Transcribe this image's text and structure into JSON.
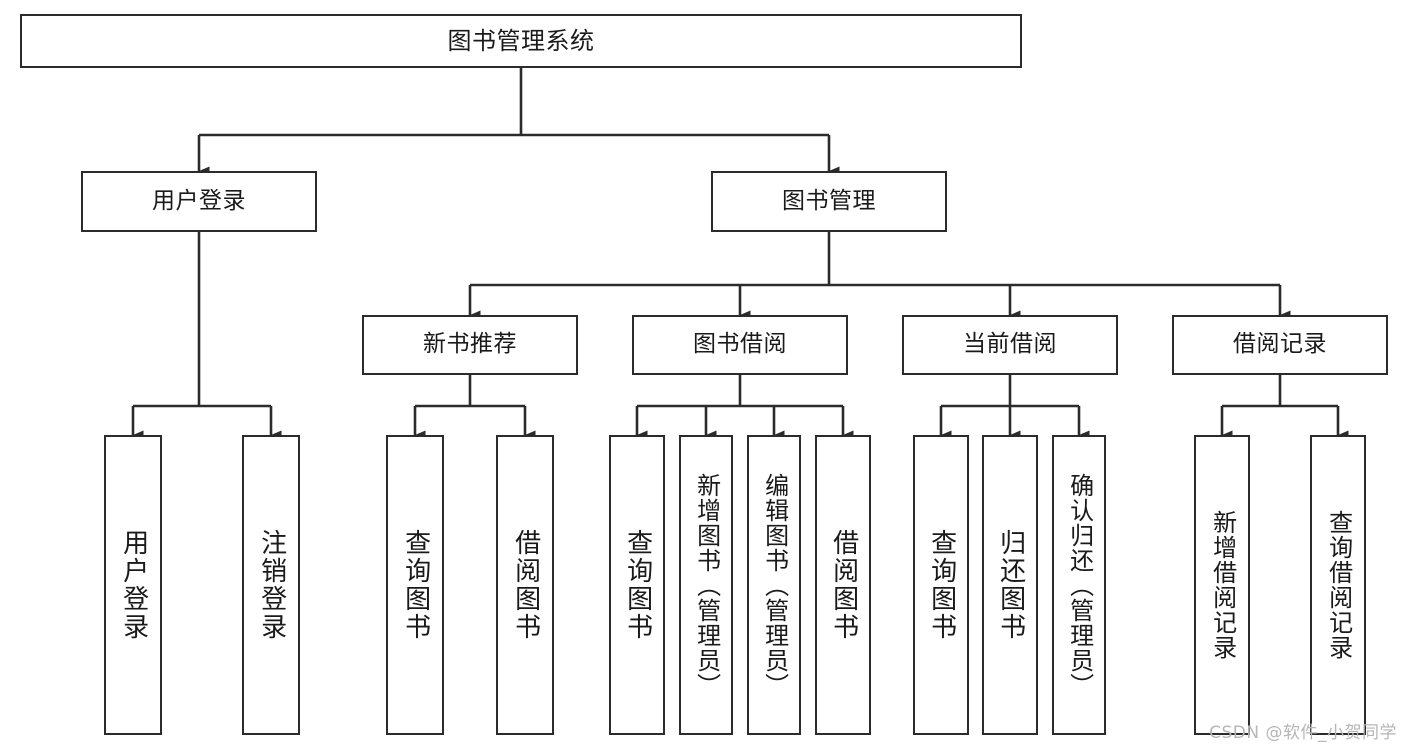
{
  "diagram": {
    "title": "图书管理系统",
    "type": "tree-hierarchy-chart",
    "watermark": "CSDN @软件_小贺同学",
    "colors": {
      "border": "#2b2b2b",
      "background": "#ffffff",
      "text": "#1a1a1a",
      "watermark": "#b6b6b6"
    },
    "nodes": {
      "root": {
        "label": "图书管理系统"
      },
      "tier2": [
        {
          "id": "user-login",
          "label": "用户登录"
        },
        {
          "id": "book-manage",
          "label": "图书管理"
        }
      ],
      "tier3": [
        {
          "id": "new-book-recommend",
          "label": "新书推荐"
        },
        {
          "id": "book-borrow",
          "label": "图书借阅"
        },
        {
          "id": "current-borrow",
          "label": "当前借阅"
        },
        {
          "id": "borrow-record",
          "label": "借阅记录"
        }
      ],
      "leaves": {
        "user-login": [
          {
            "id": "login",
            "label": "用户登录"
          },
          {
            "id": "logout",
            "label": "注销登录"
          }
        ],
        "new-book-recommend": [
          {
            "id": "query-book-1",
            "label": "查询图书"
          },
          {
            "id": "borrow-book-1",
            "label": "借阅图书"
          }
        ],
        "book-borrow": [
          {
            "id": "query-book-2",
            "label": "查询图书"
          },
          {
            "id": "add-book",
            "label": "新增图书（管理员）"
          },
          {
            "id": "edit-book",
            "label": "编辑图书（管理员）"
          },
          {
            "id": "borrow-book-2",
            "label": "借阅图书"
          }
        ],
        "current-borrow": [
          {
            "id": "query-book-3",
            "label": "查询图书"
          },
          {
            "id": "return-book",
            "label": "归还图书"
          },
          {
            "id": "confirm-return",
            "label": "确认归还（管理员）"
          }
        ],
        "borrow-record": [
          {
            "id": "add-record",
            "label": "新增借阅记录"
          },
          {
            "id": "query-record",
            "label": "查询借阅记录"
          }
        ]
      }
    }
  }
}
